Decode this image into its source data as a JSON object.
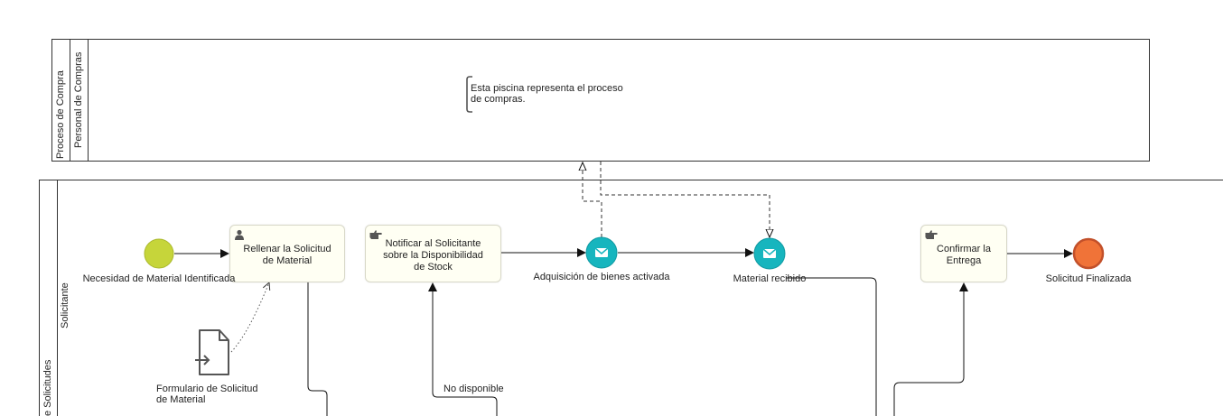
{
  "pools": {
    "top_pool_label": "Proceso de Compra",
    "top_lane_label": "Personal de Compras",
    "bottom_pool_label": "e Solicitudes",
    "bottom_lane_label": "Solicitante"
  },
  "annotation": {
    "text_line1": "Esta piscina representa el proceso",
    "text_line2": "de compras."
  },
  "events": {
    "start_label": "Necesidad de Material Identificada",
    "msg1_label": "Adquisición de bienes activada",
    "msg2_label": "Material recibido",
    "end_label": "Solicitud Finalizada"
  },
  "tasks": {
    "task1_line1": "Rellenar la Solicitud",
    "task1_line2": "de Material",
    "task2_line1": "Notificar al Solicitante",
    "task2_line2": "sobre la Disponibilidad",
    "task2_line3": "de Stock",
    "task3_line1": "Confirmar la",
    "task3_line2": "Entrega"
  },
  "data_object": {
    "label_line1": "Formulario de Solicitud",
    "label_line2": "de Material"
  },
  "flow_labels": {
    "no_disponible": "No disponible"
  },
  "colors": {
    "start_event": "#c6d53a",
    "message_event": "#16b5be",
    "end_event": "#f07338",
    "task_fill": "#fffff3"
  }
}
